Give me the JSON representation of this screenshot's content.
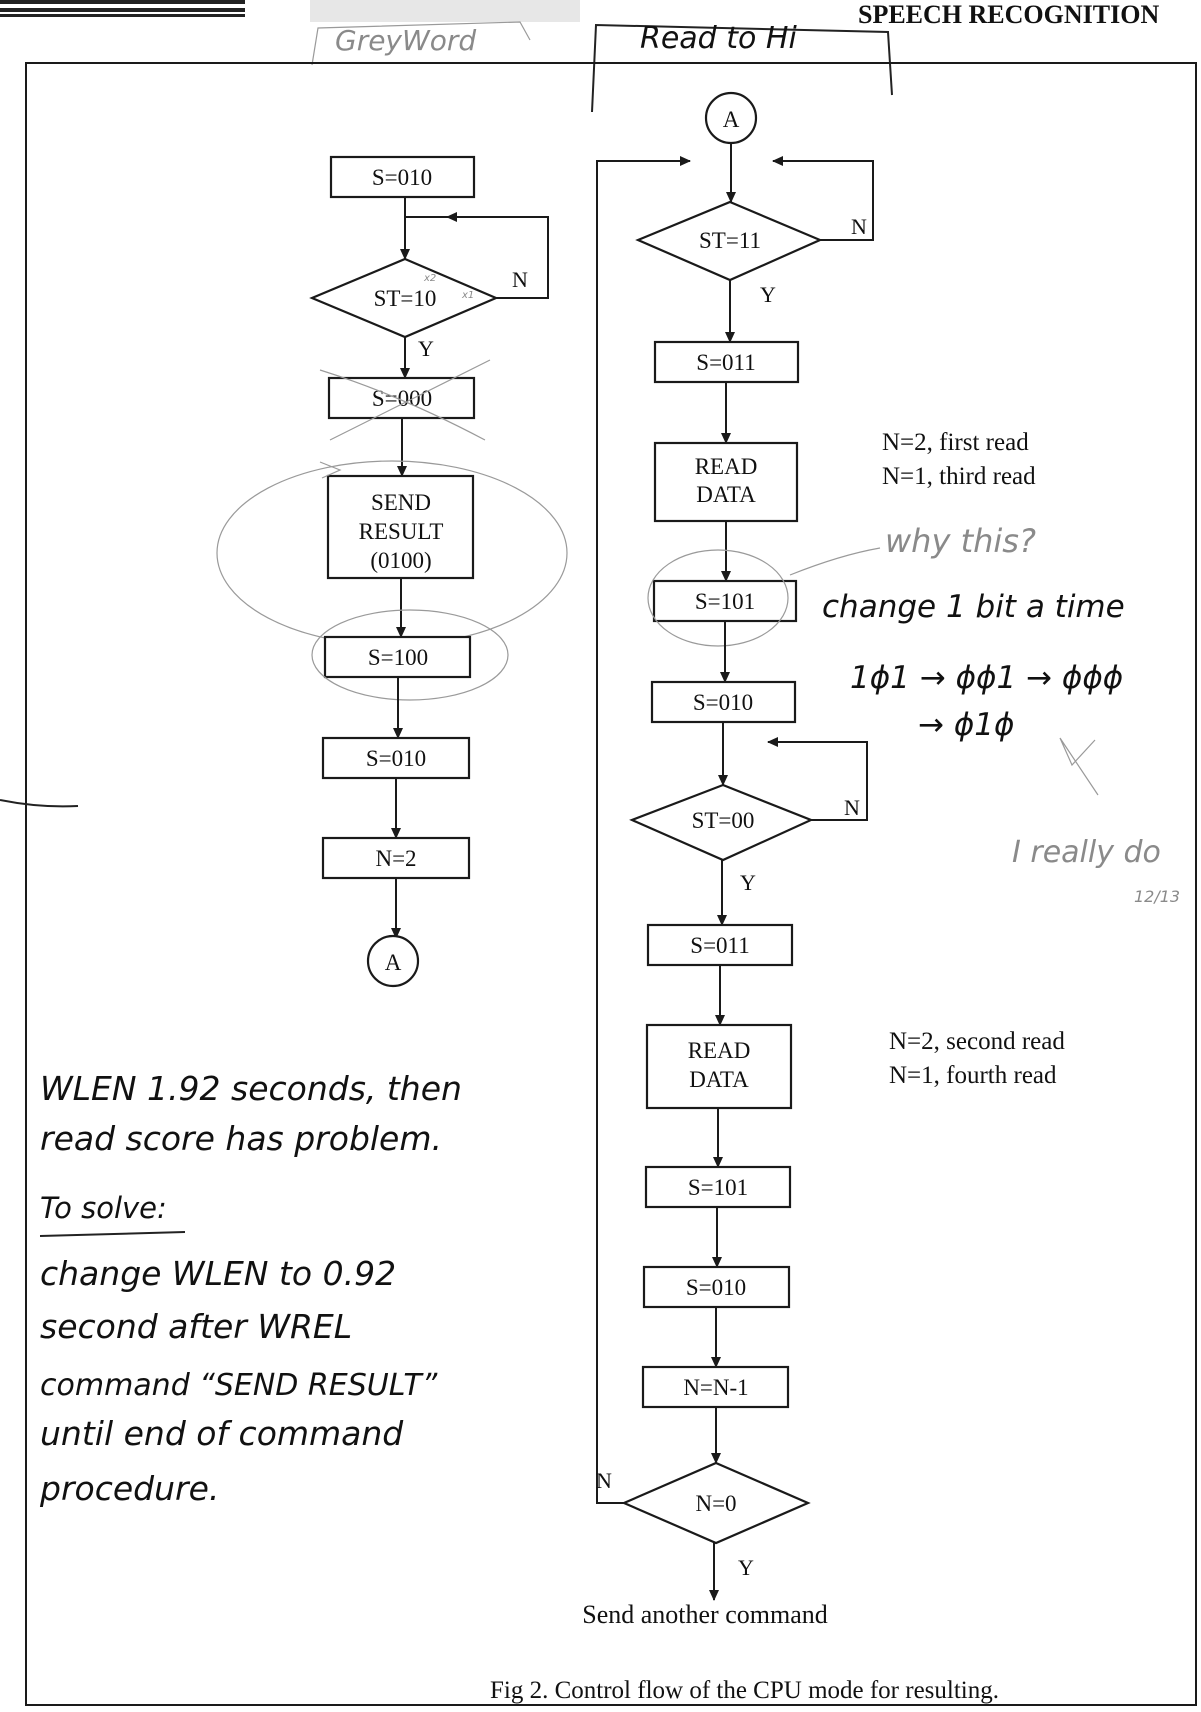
{
  "header": {
    "title": "SPEECH RECOGNITION"
  },
  "handwritten_top": {
    "left": "GreyWord",
    "right": "Read to Hi"
  },
  "left_flow": {
    "box_1": "S=010",
    "decision_1": "ST=10",
    "decision_1_sub_a": "x2",
    "decision_1_sub_b": "x1",
    "decision_1_no": "N",
    "decision_1_yes": "Y",
    "box_2_crossed": "S=000",
    "box_3_line1": "SEND",
    "box_3_line2": "RESULT",
    "box_3_line3": "(0100)",
    "box_4": "S=100",
    "box_5": "S=010",
    "box_6": "N=2",
    "connector": "A"
  },
  "right_flow": {
    "connector": "A",
    "decision_1": "ST=11",
    "decision_1_no": "N",
    "decision_1_yes": "Y",
    "box_1": "S=011",
    "box_2_line1": "READ",
    "box_2_line2": "DATA",
    "box_3": "S=101",
    "box_4": "S=010",
    "decision_2": "ST=00",
    "decision_2_no": "N",
    "decision_2_yes": "Y",
    "box_5": "S=011",
    "box_6_line1": "READ",
    "box_6_line2": "DATA",
    "box_7": "S=101",
    "box_8": "S=010",
    "box_9": "N=N-1",
    "decision_3": "N=0",
    "decision_3_no": "N",
    "decision_3_yes": "Y",
    "end_text": "Send another command"
  },
  "annotations": {
    "read1_line1": "N=2, first read",
    "read1_line2": "N=1, third read",
    "read2_line1": "N=2, second read",
    "read2_line2": "N=1, fourth read"
  },
  "handwritten_notes": {
    "why": "why this?",
    "change_bit": "change 1 bit a time",
    "seq_line1": "1ϕ1 → ϕϕ1 → ϕϕϕ",
    "seq_line2": "→ ϕ1ϕ",
    "really": "I really do",
    "date": "12/13",
    "note_1": "WLEN 1.92 seconds, then",
    "note_2": "read score has problem.",
    "note_3": "To solve:",
    "note_4": "change WLEN to 0.92",
    "note_5": "second after WREL",
    "note_6": "command “SEND RESULT”",
    "note_7": "until end of command",
    "note_8": "procedure."
  },
  "caption": "Fig 2. Control flow of the CPU mode for resulting."
}
